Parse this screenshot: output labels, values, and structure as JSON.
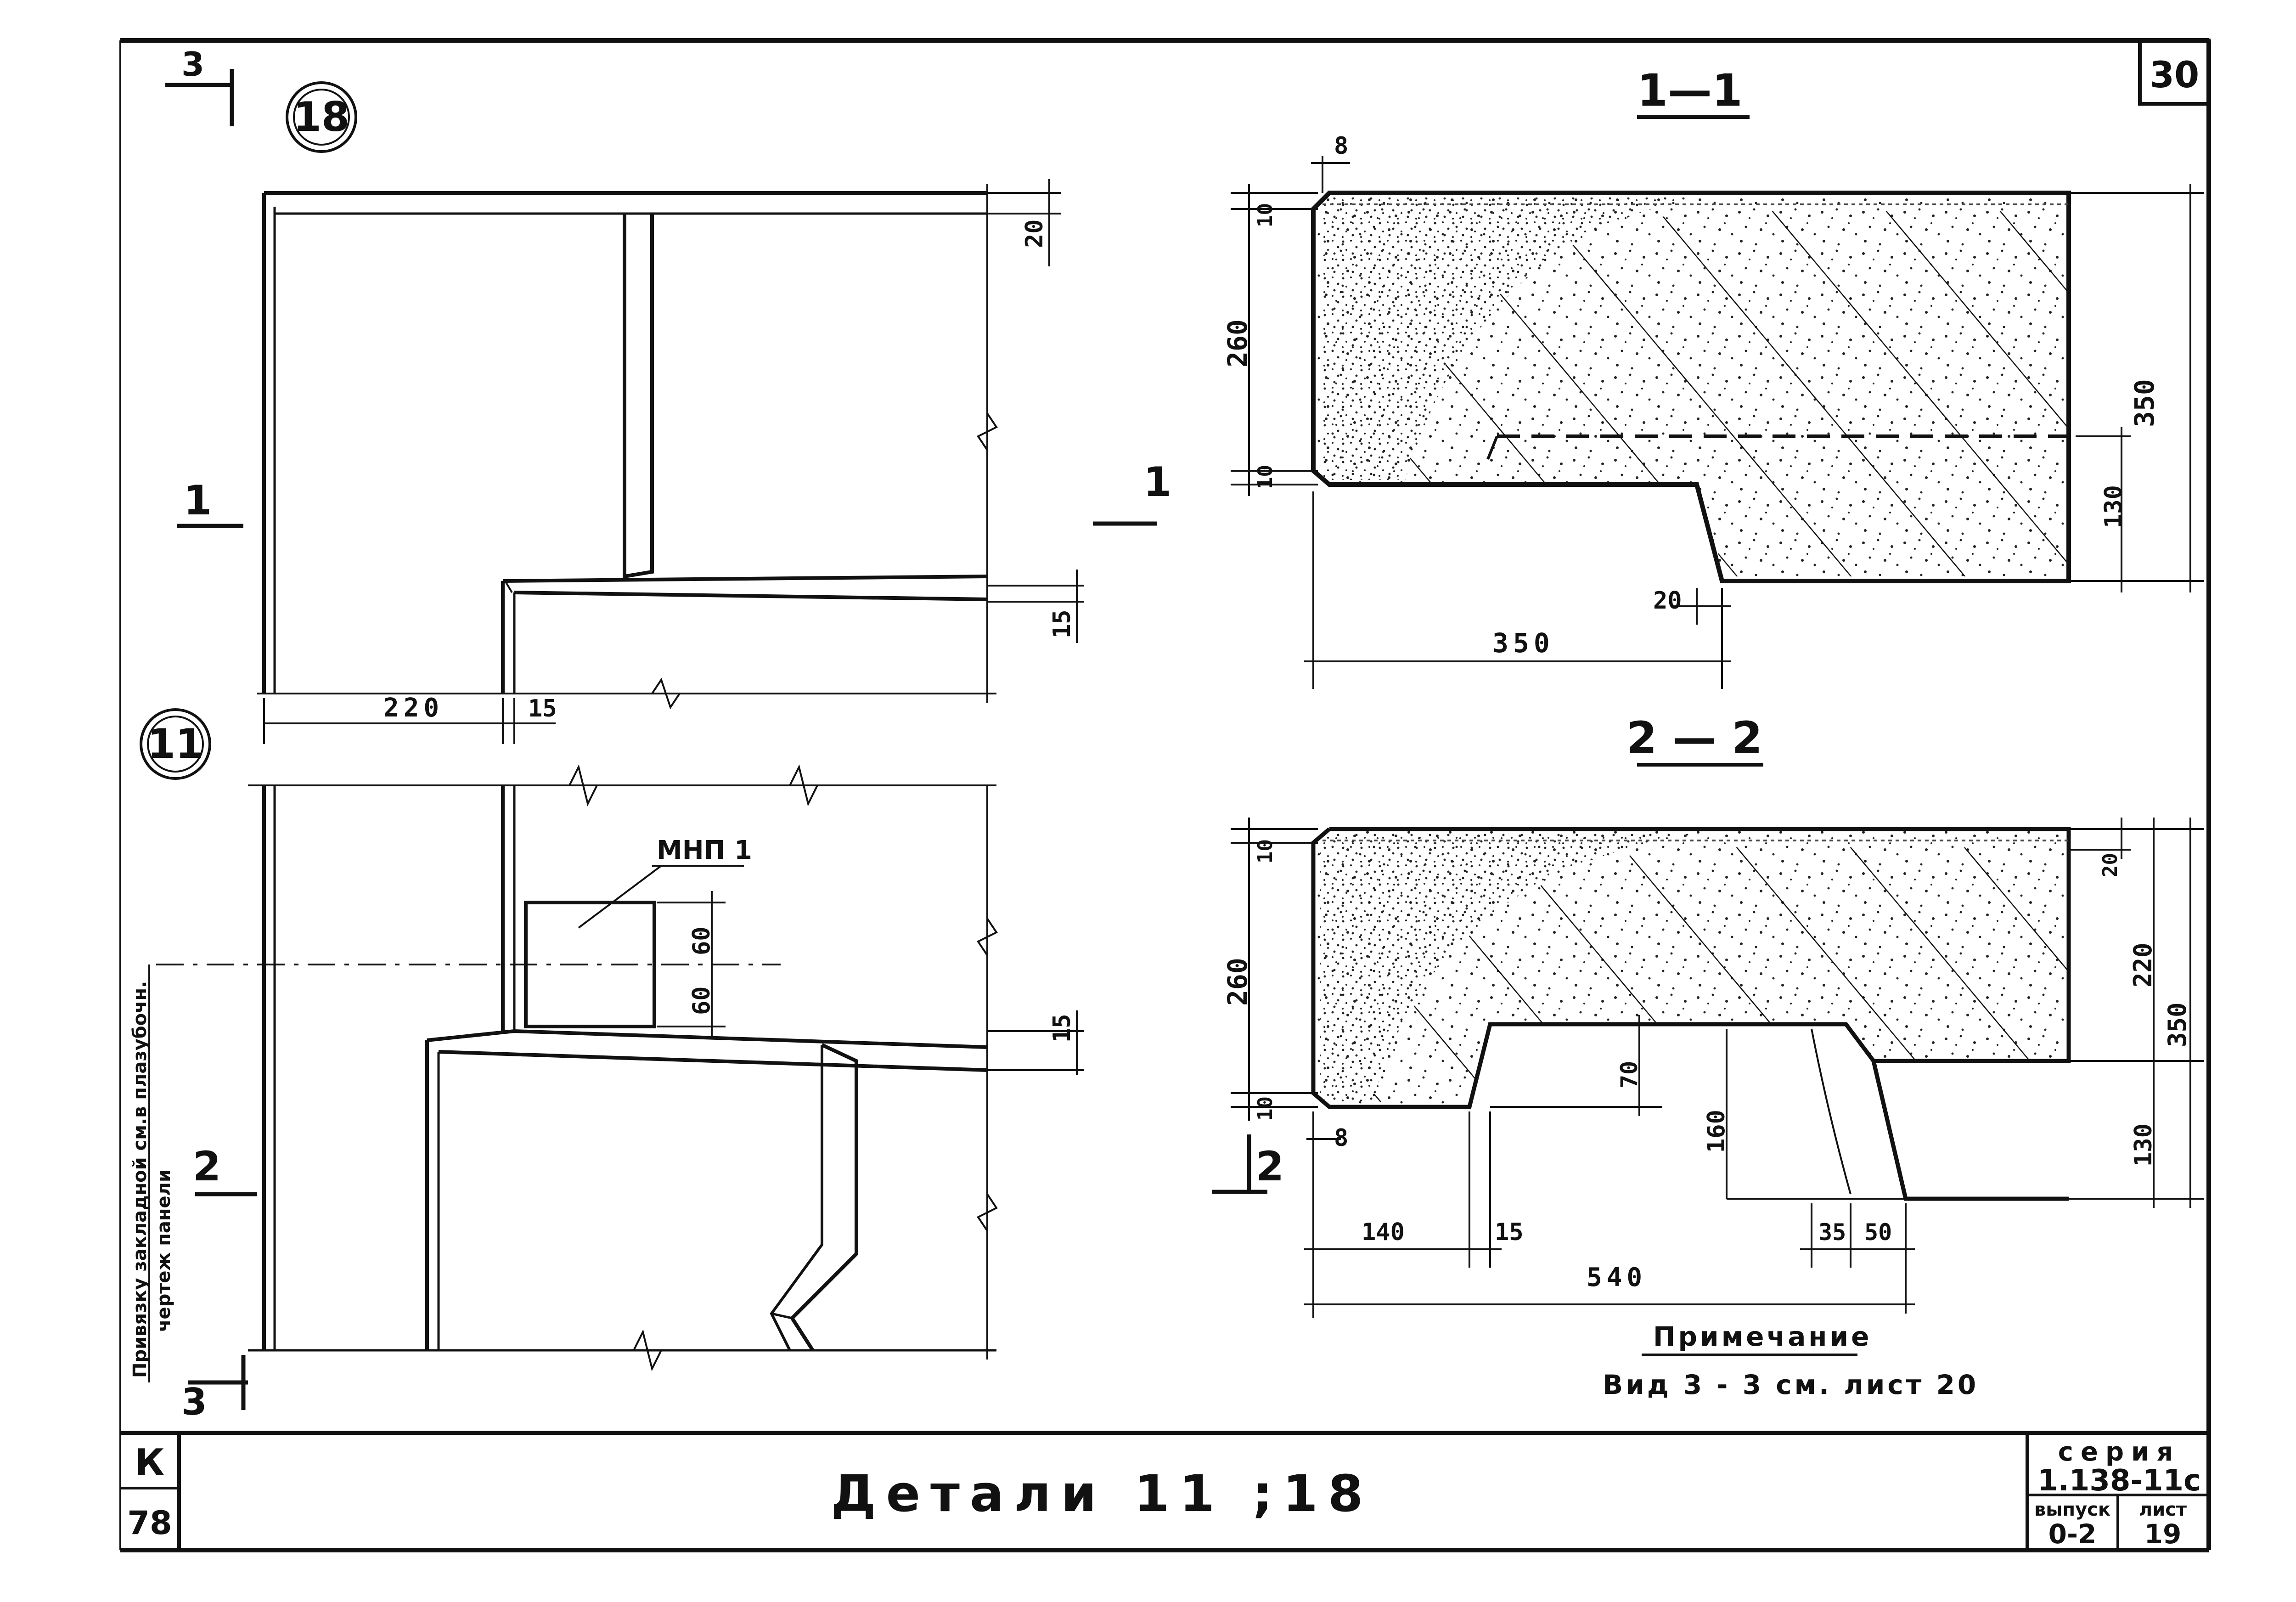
{
  "sheet": {
    "page_number": "30",
    "title": "Детали 11 ;18",
    "stamp_letter": "К",
    "stamp_year": "78",
    "series_label": "серия",
    "series_value": "1.138-11с",
    "issue_label": "выпуск",
    "issue_value": "0-2",
    "sheet_label": "лист",
    "sheet_value": "19"
  },
  "left_view": {
    "callout_top": "18",
    "callout_bottom": "11",
    "section_3": "3",
    "section_1": "1",
    "section_2": "2",
    "dim_220": "220",
    "dim_15a": "15",
    "dim_20": "20",
    "dim_15b": "15",
    "dim_15c": "15",
    "dim_60a": "60",
    "dim_60b": "60",
    "plate_label": "МНП 1",
    "side_note_line1": "Привязку закладной см.в плазубочн.",
    "side_note_line2": "чертеж панели"
  },
  "section_1_1": {
    "title": "1—1",
    "dim_8": "8",
    "dim_10a": "10",
    "dim_260": "260",
    "dim_10b": "10",
    "dim_350v": "350",
    "dim_130": "130",
    "dim_20": "20",
    "dim_350h": "350"
  },
  "section_2_2": {
    "title": "2 — 2",
    "dim_10a": "10",
    "dim_260": "260",
    "dim_10b": "10",
    "dim_8": "8",
    "dim_20": "20",
    "dim_220": "220",
    "dim_350": "350",
    "dim_130": "130",
    "dim_70": "70",
    "dim_160": "160",
    "dim_140": "140",
    "dim_15": "15",
    "dim_35": "35",
    "dim_50": "50",
    "dim_540": "540",
    "section_mark": "2"
  },
  "note": {
    "heading": "Примечание",
    "text": "Вид  3 - 3  см. лист 20"
  }
}
